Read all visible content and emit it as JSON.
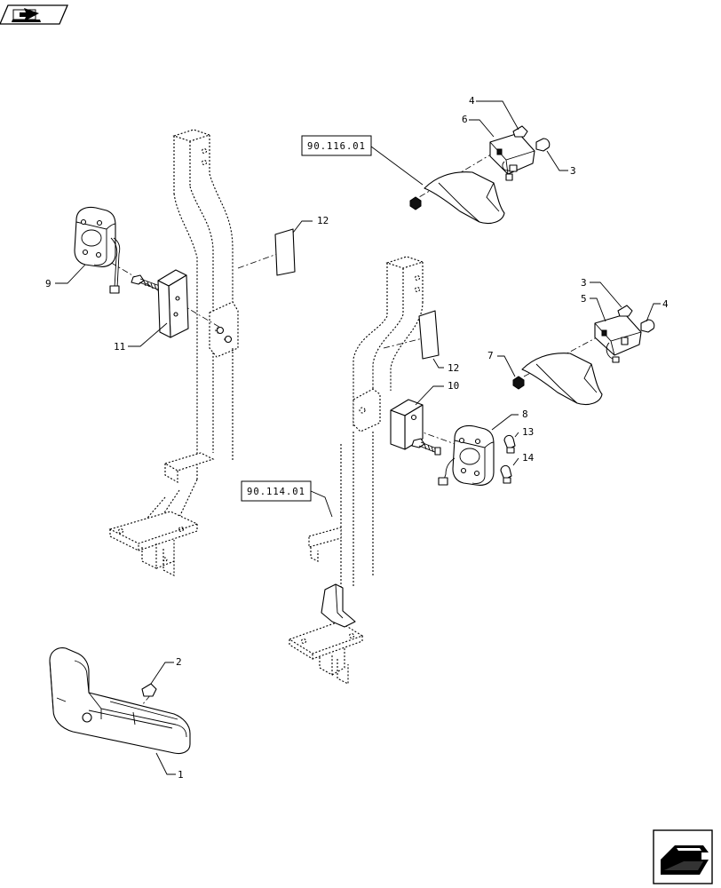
{
  "references": {
    "ref_upper": "90.116.01",
    "ref_lower": "90.114.01"
  },
  "callouts": {
    "c1": "1",
    "c2": "2",
    "c3a": "3",
    "c3b": "3",
    "c4a": "4",
    "c4b": "4",
    "c5": "5",
    "c6": "6",
    "c7": "7",
    "c8": "8",
    "c9": "9",
    "c10": "10",
    "c11": "11",
    "c12a": "12",
    "c12b": "12",
    "c13": "13",
    "c14": "14"
  },
  "icons": {
    "top_left": "previous-page-arrow-icon",
    "bottom_right": "next-page-arrow-icon"
  }
}
